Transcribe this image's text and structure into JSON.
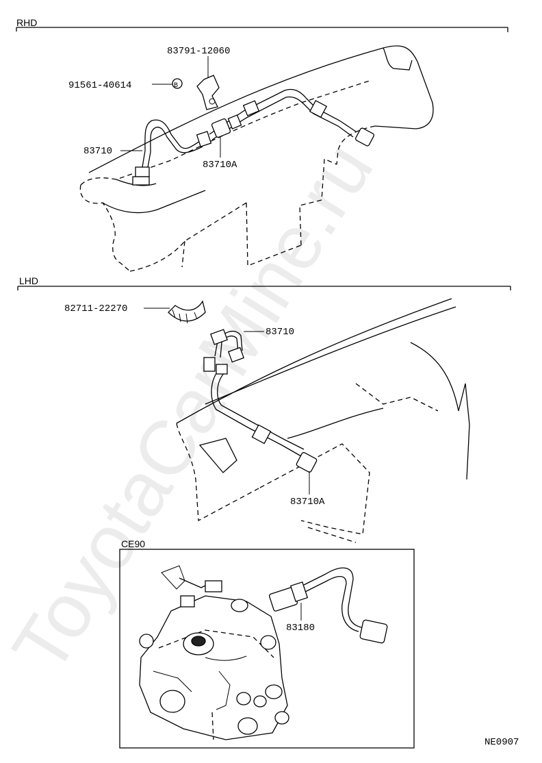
{
  "sections": {
    "rhd": {
      "title": "RHD"
    },
    "lhd": {
      "title": "LHD"
    },
    "ce90": {
      "title": "CE90"
    }
  },
  "parts": {
    "rhd_bracket": "83791-12060",
    "rhd_bolt": "91561-40614",
    "rhd_bolt_symbol": "B",
    "rhd_cable": "83710",
    "rhd_cable_a": "83710A",
    "lhd_clamp": "82711-22270",
    "lhd_cable": "83710",
    "lhd_cable_a": "83710A",
    "ce90_sensor": "83180"
  },
  "diagram_code": "NE0907",
  "watermark": "ToyotaCarMine.ru"
}
